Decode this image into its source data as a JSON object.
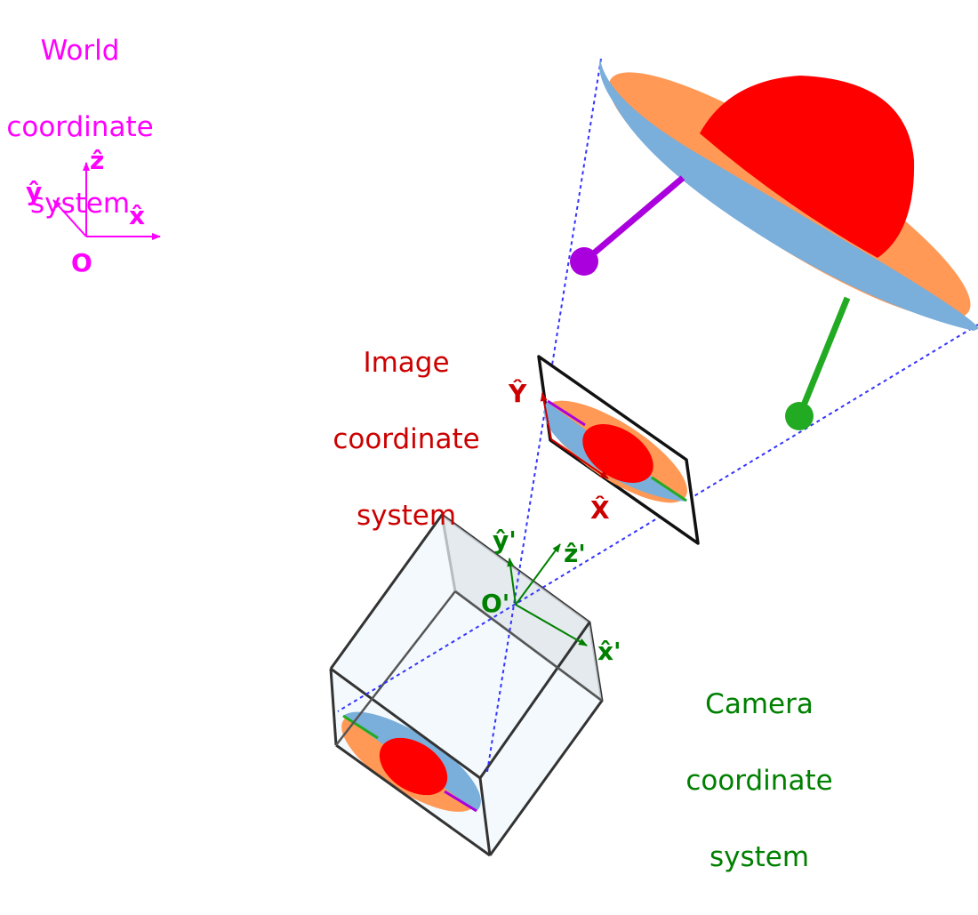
{
  "world": {
    "title_lines": [
      "World",
      "coordinate",
      "system"
    ],
    "axes": {
      "x": "x̂",
      "y": "ŷ",
      "z": "ẑ",
      "origin": "O"
    },
    "color": "#ff00ff"
  },
  "image_cs": {
    "title_lines": [
      "Image",
      "coordinate",
      "system"
    ],
    "axes": {
      "x": "X̂",
      "y": "Ŷ"
    },
    "color": "#cc0000"
  },
  "camera": {
    "title_lines": [
      "Camera",
      "coordinate",
      "system"
    ],
    "axes": {
      "x": "x̂'",
      "y": "ŷ'",
      "z": "ẑ'",
      "origin": "O'"
    },
    "color": "#008000"
  },
  "colors": {
    "hat_red": "#ff0000",
    "brim_blue": "#7aaedb",
    "brim_orange": "#ff9955",
    "projection": "#3333ff",
    "purple": "#aa00dd",
    "green": "#22aa22"
  }
}
